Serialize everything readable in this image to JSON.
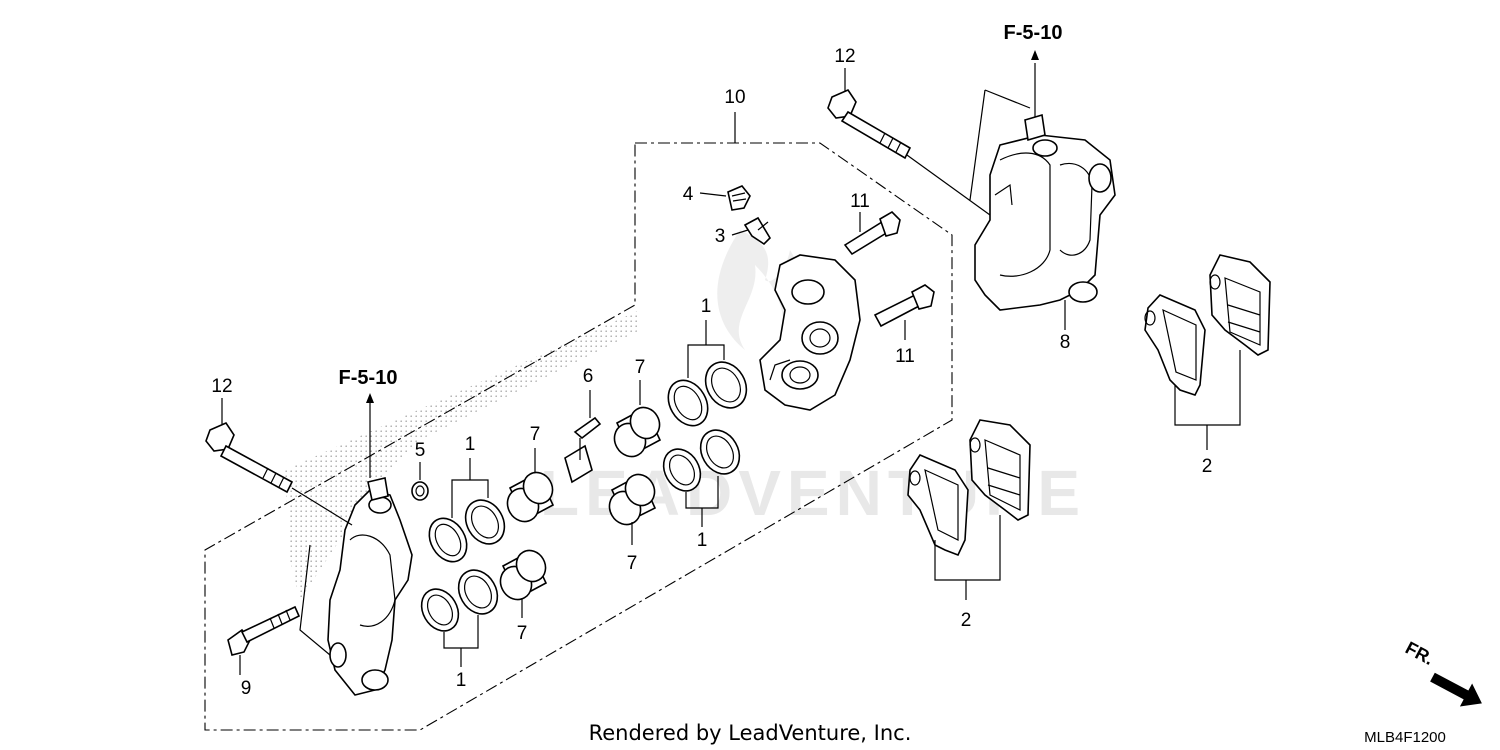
{
  "diagram": {
    "callouts": {
      "c10": "10",
      "c12_top": "12",
      "c12_left": "12",
      "c4": "4",
      "c3": "3",
      "c11_top": "11",
      "c11_bottom": "11",
      "c1_top": "1",
      "c7_top": "7",
      "c6": "6",
      "c5": "5",
      "c1_mid": "1",
      "c7_mid": "7",
      "c7_low": "7",
      "c1_low": "1",
      "c7_lowmid": "7",
      "c1_bottom": "1",
      "c9": "9",
      "c8": "8",
      "c2_right": "2",
      "c2_mid": "2"
    },
    "references": {
      "ref_top": "F-5-10",
      "ref_left": "F-5-10"
    },
    "direction_label": "FR.",
    "watermark": "LEADVENTURE",
    "credit": "Rendered by LeadVenture, Inc.",
    "diagram_code": "MLB4F1200"
  }
}
